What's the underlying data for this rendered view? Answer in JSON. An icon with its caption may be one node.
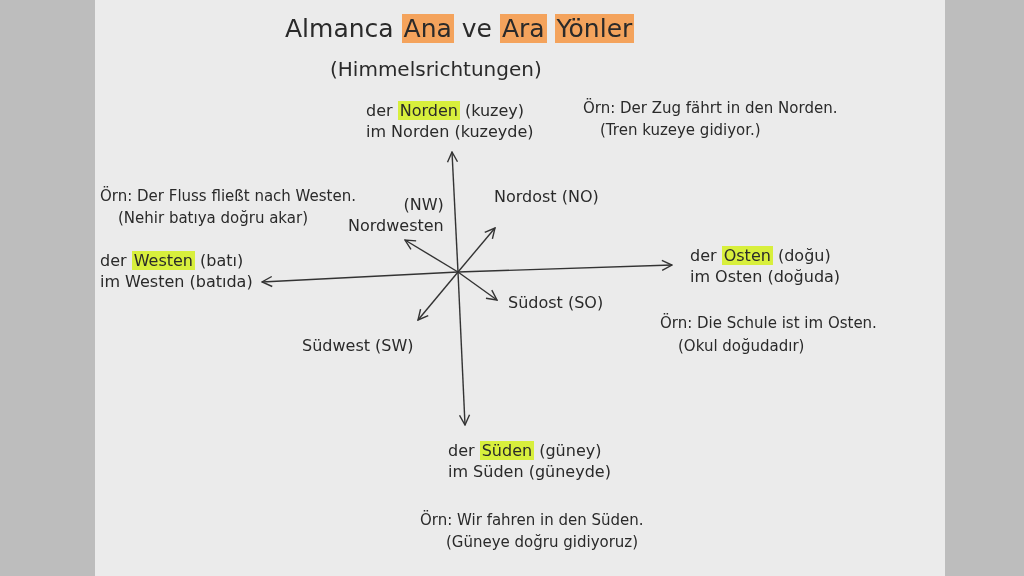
{
  "diagram": {
    "title": "Almanca **Ana** ve **Ara** **Yönler**",
    "nodes": [
      {
        "text": [
          "der **Norden** (kuzey)",
          "im Norden (kuzeyde)"
        ]
      },
      {
        "text": [
          "(NW)",
          "Nordwesten"
        ]
      },
      {
        "text": [
          "Nordost (NO)"
        ]
      },
      {
        "text": [
          "der **Westen** (batı)",
          "im Westen (batıda)"
        ]
      },
      {
        "text": [
          "der **Osten** (doğu)",
          "im Osten (doğuda)"
        ]
      },
      {
        "text": [
          "Südwest (SW)"
        ]
      },
      {
        "text": [
          "Südost (SO)"
        ]
      },
      {
        "text": [
          "der **Süden** (güney)",
          "im Süden (güneyde)"
        ]
      }
    ],
    "edges": [
      {
        "from": null,
        "to": 0,
        "arrow": "to"
      },
      {
        "from": null,
        "to": 1,
        "arrow": "to"
      },
      {
        "from": null,
        "to": 2,
        "arrow": "to"
      },
      {
        "from": null,
        "to": 3,
        "arrow": "to"
      },
      {
        "from": null,
        "to": 4,
        "arrow": "to"
      },
      {
        "from": null,
        "to": 5,
        "arrow": "to"
      },
      {
        "from": null,
        "to": 6,
        "arrow": "to"
      },
      {
        "from": null,
        "to": 7,
        "arrow": "to"
      }
    ],
    "labels": [
      "(Himmelsrichtungen)",
      "Örn: Der Zug fährt in den Norden.",
      "(Tren kuzeye gidiyor.)",
      "Örn: Der Fluss fließt nach Westen.",
      "(Nehir batıya doğru akar)",
      "Örn: Die Schule ist im Osten.",
      "(Okul doğudadır)",
      "Örn: Wir fahren in den Süden.",
      "(Güneye doğru gidiyoruz)"
    ]
  }
}
